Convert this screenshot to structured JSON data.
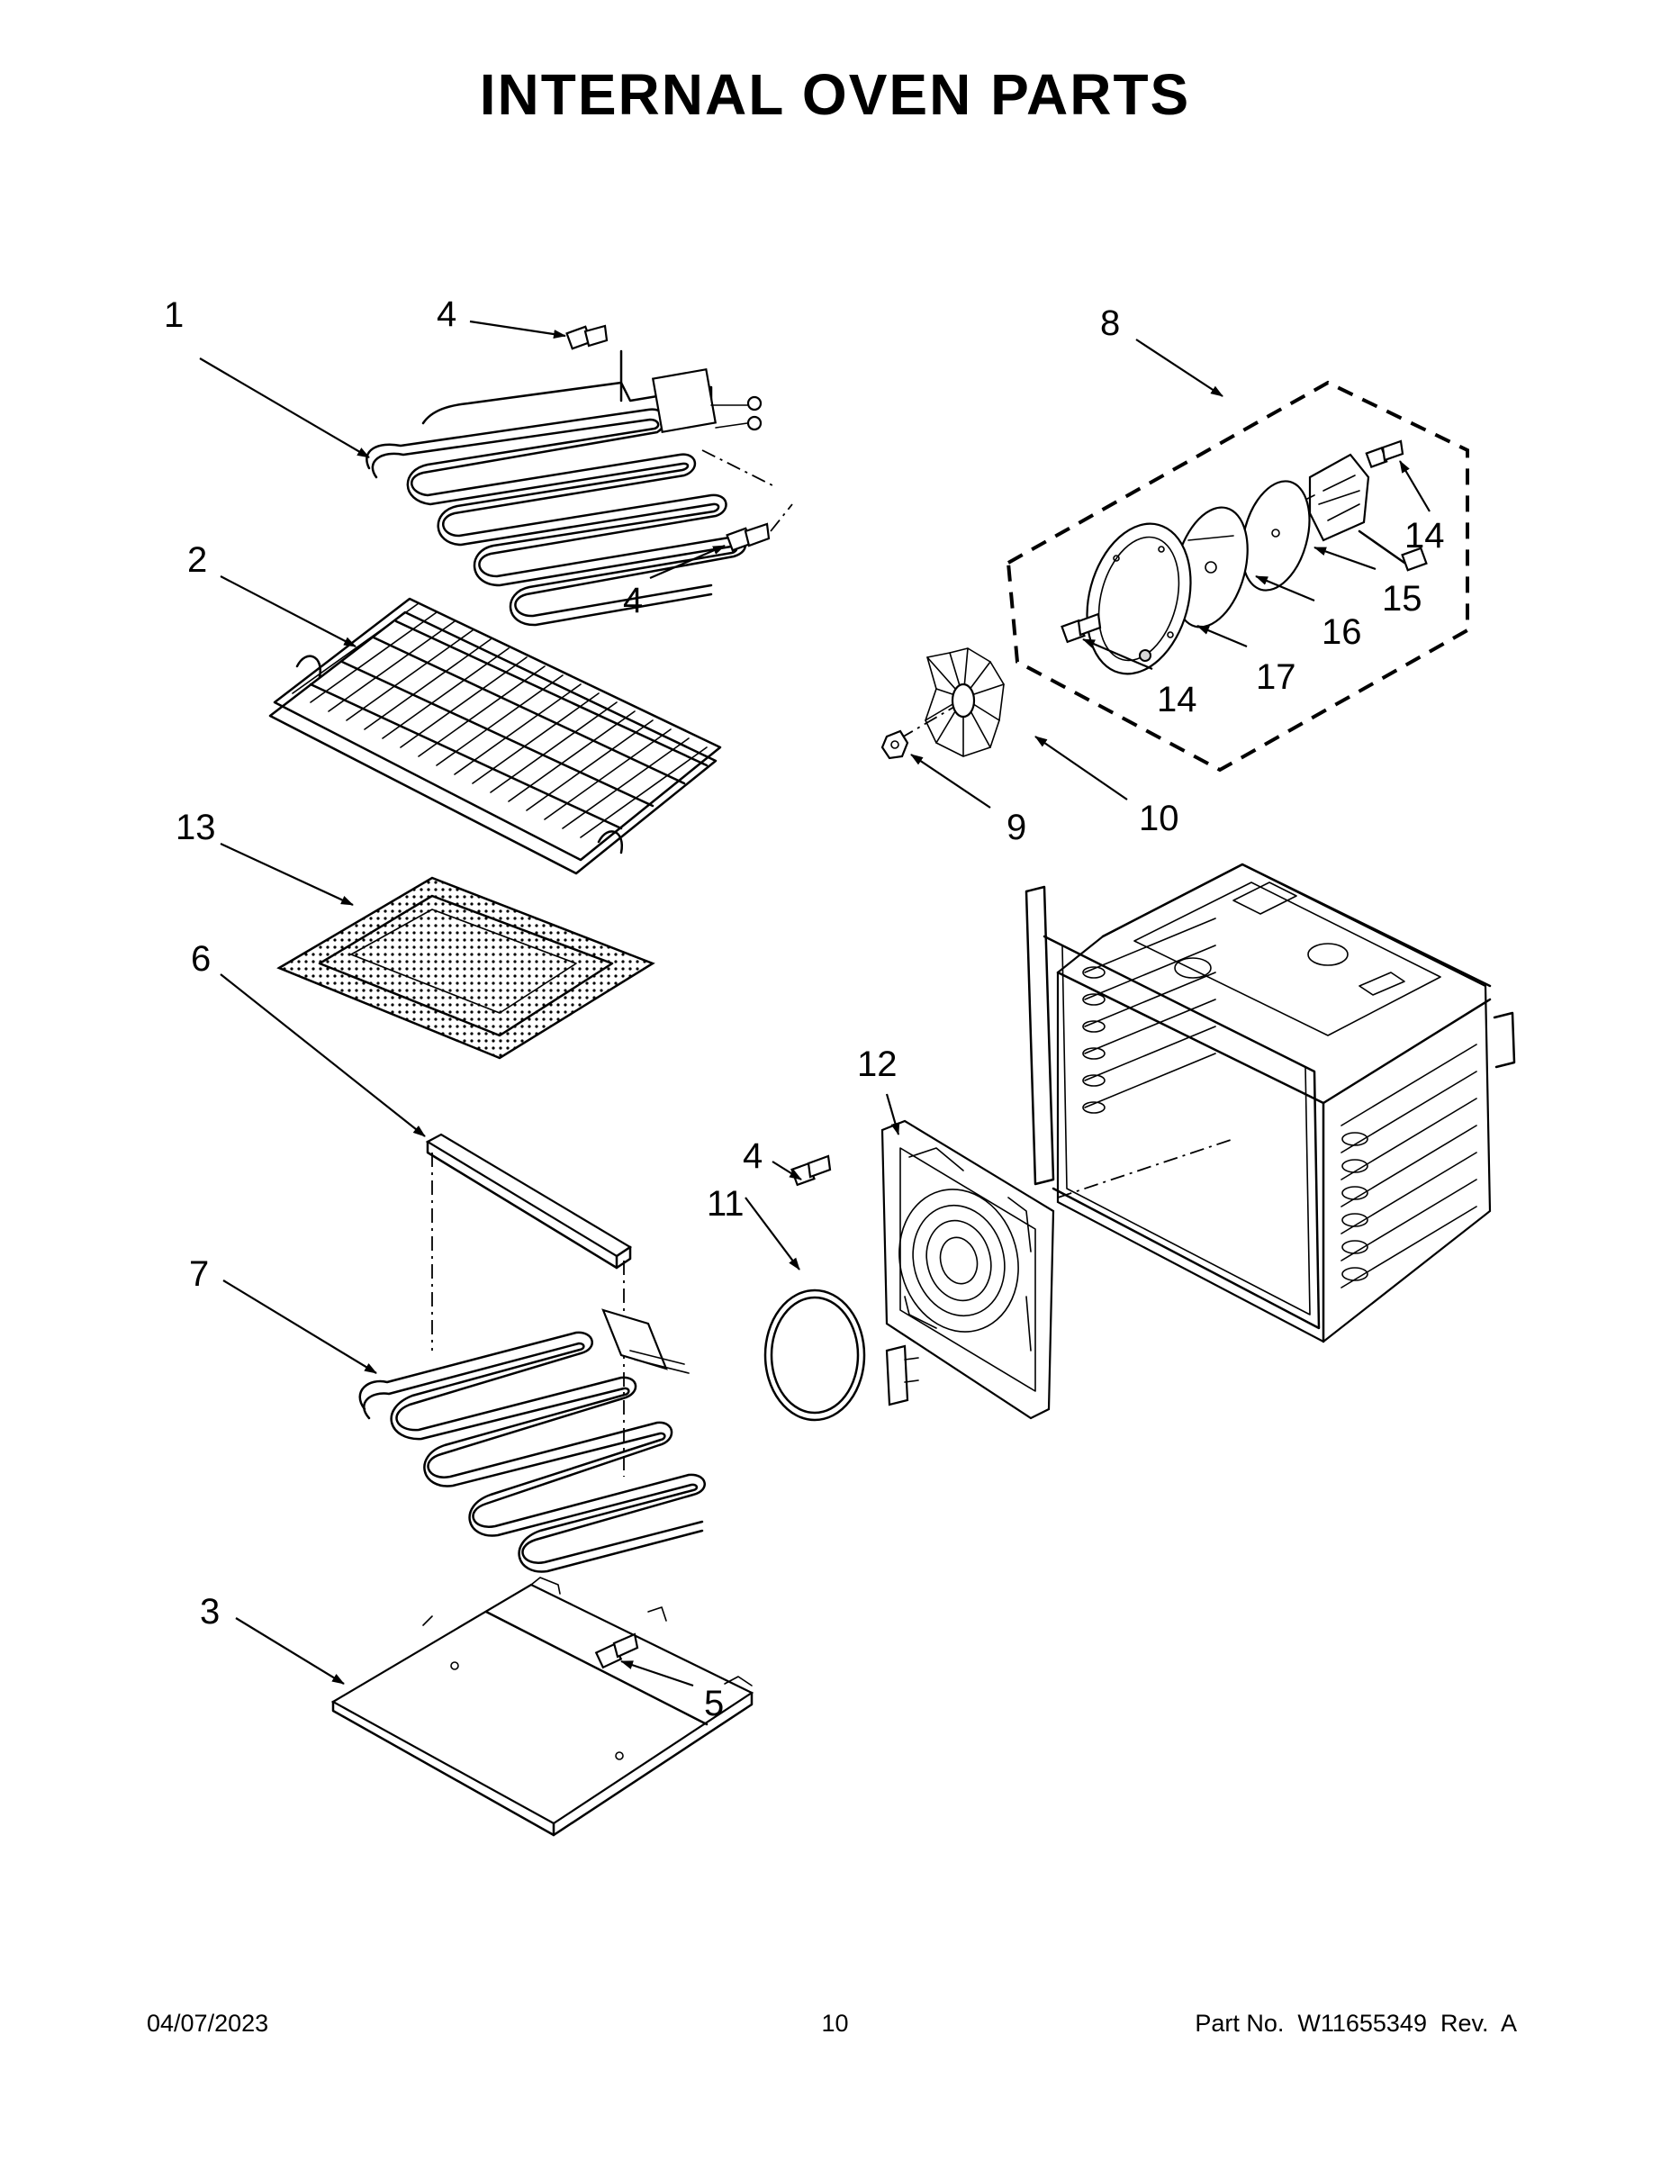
{
  "title": "INTERNAL OVEN PARTS",
  "callouts": {
    "c1": "1",
    "c2": "2",
    "c3": "3",
    "c4a": "4",
    "c4b": "4",
    "c4c": "4",
    "c5": "5",
    "c6": "6",
    "c7": "7",
    "c8": "8",
    "c9": "9",
    "c10": "10",
    "c11": "11",
    "c12": "12",
    "c13": "13",
    "c14a": "14",
    "c14b": "14",
    "c15": "15",
    "c16": "16",
    "c17": "17"
  },
  "footer": {
    "date": "04/07/2023",
    "page": "10",
    "part": "Part No.  W11655349  Rev.  A"
  }
}
